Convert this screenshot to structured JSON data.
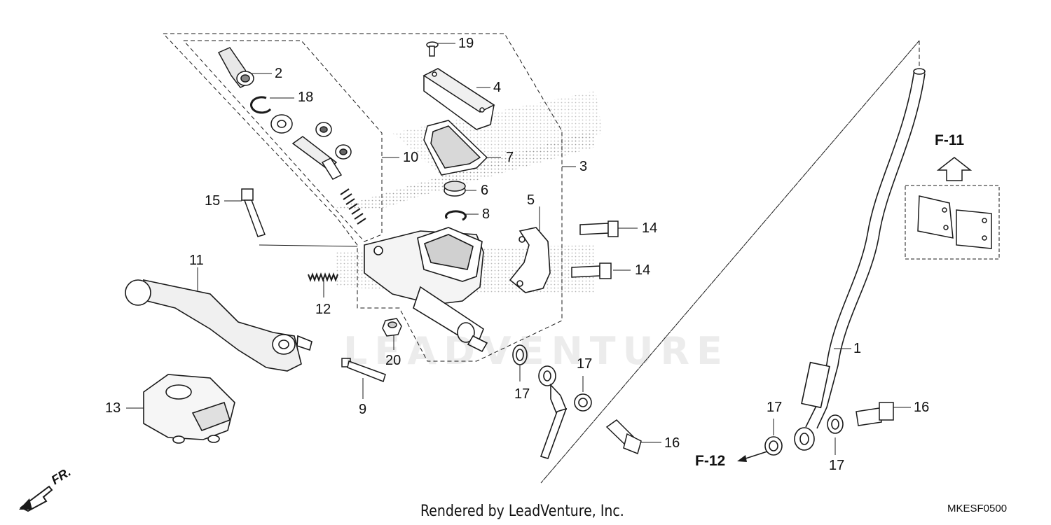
{
  "callouts": {
    "c1": "1",
    "c2": "2",
    "c3": "3",
    "c4": "4",
    "c5": "5",
    "c6": "6",
    "c7": "7",
    "c8": "8",
    "c9": "9",
    "c10": "10",
    "c11": "11",
    "c12": "12",
    "c13": "13",
    "c14a": "14",
    "c14b": "14",
    "c15": "15",
    "c16a": "16",
    "c16b": "16",
    "c17a": "17",
    "c17b": "17",
    "c17c": "17",
    "c17d": "17",
    "c18": "18",
    "c19": "19",
    "c20": "20"
  },
  "refs": {
    "f11": "F-11",
    "f12": "F-12"
  },
  "direction": {
    "front": "FR."
  },
  "footer": {
    "credit": "Rendered by LeadVenture, Inc.",
    "code": "MKESF0500"
  },
  "watermark": {
    "text": "LEADVENTURE"
  },
  "icons": [
    "front-arrow-icon",
    "up-arrow-icon",
    "ref-arrow-icon"
  ],
  "colors": {
    "line": "#1a1a1a",
    "shading": "#9a9a9a",
    "background": "#ffffff"
  }
}
